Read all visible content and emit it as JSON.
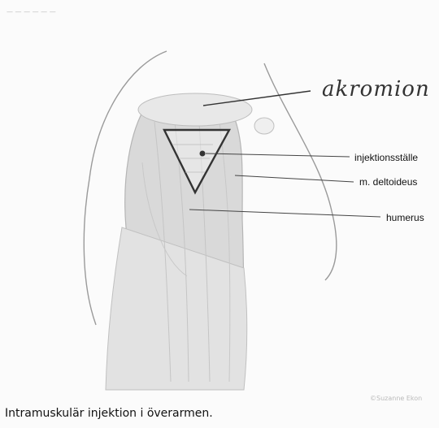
{
  "figure": {
    "handwritten_label": "akromion",
    "labels": {
      "injection_site": "injektionsställe",
      "deltoid": "m. deltoideus",
      "humerus": "humerus"
    },
    "caption": "Intramuskulär injektion i överarmen.",
    "credit": "©Suzanne Ekon",
    "header_faint": "— — — — — —"
  }
}
